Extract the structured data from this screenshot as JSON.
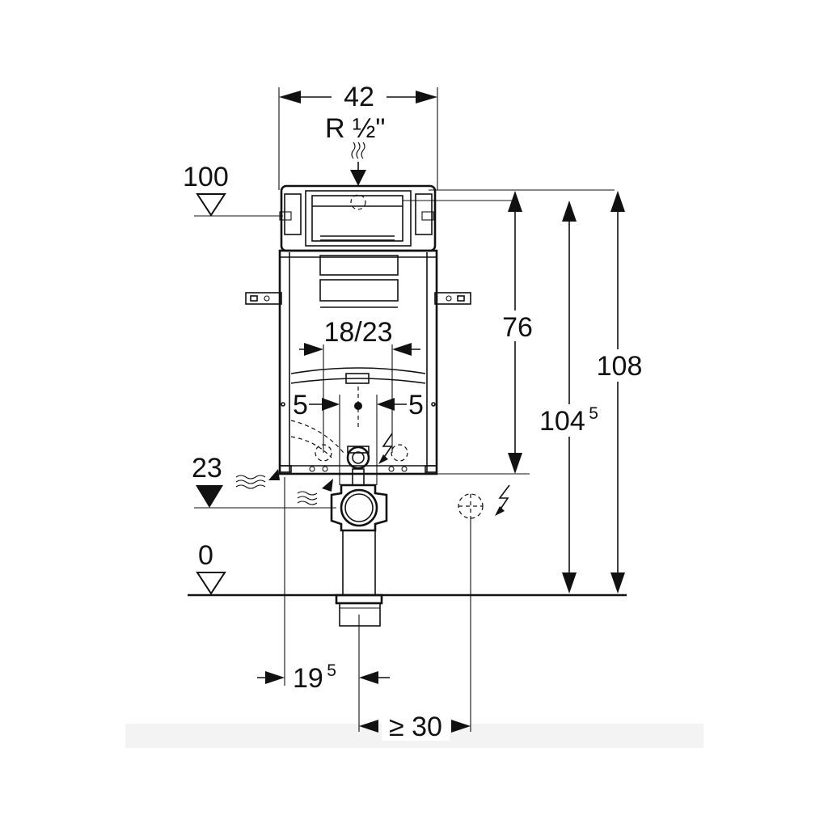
{
  "dimensions": {
    "width_top": "42",
    "supply_connection": "R ½\"",
    "level_top": "100",
    "height_76": "76",
    "height_108": "108",
    "height_104_main": "104",
    "height_104_sup": "5",
    "span_18_23": "18/23",
    "offset_left": "5",
    "offset_right": "5",
    "level_23": "23",
    "level_0": "0",
    "depth_19_main": "19",
    "depth_19_sup": "5",
    "min_distance": "≥ 30"
  }
}
